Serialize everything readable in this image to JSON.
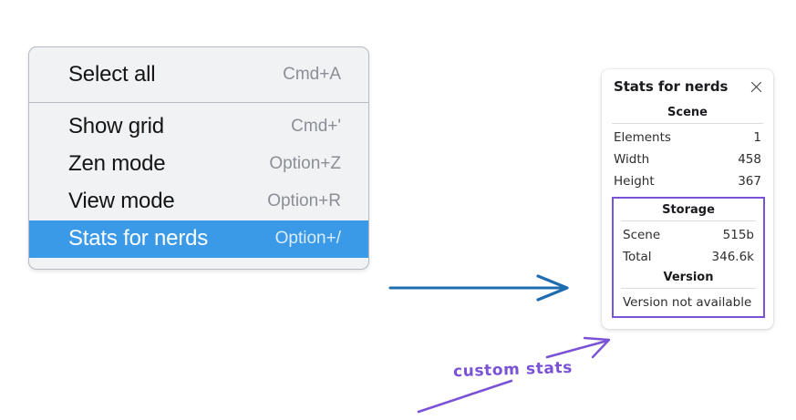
{
  "menu": {
    "groups": [
      {
        "items": [
          {
            "label": "Select all",
            "shortcut": "Cmd+A",
            "selected": false
          }
        ]
      },
      {
        "items": [
          {
            "label": "Show grid",
            "shortcut": "Cmd+'",
            "selected": false
          },
          {
            "label": "Zen mode",
            "shortcut": "Option+Z",
            "selected": false
          },
          {
            "label": "View mode",
            "shortcut": "Option+R",
            "selected": false
          },
          {
            "label": "Stats for nerds",
            "shortcut": "Option+/",
            "selected": true
          }
        ]
      }
    ],
    "highlight_color": "#3b9ae8"
  },
  "stats_panel": {
    "title": "Stats for nerds",
    "close_icon": "close-icon",
    "scene": {
      "heading": "Scene",
      "rows": [
        {
          "key": "Elements",
          "value": "1"
        },
        {
          "key": "Width",
          "value": "458"
        },
        {
          "key": "Height",
          "value": "367"
        }
      ]
    },
    "storage": {
      "heading": "Storage",
      "rows": [
        {
          "key": "Scene",
          "value": "515b"
        },
        {
          "key": "Total",
          "value": "346.6k"
        }
      ]
    },
    "version": {
      "heading": "Version",
      "text": "Version not available"
    },
    "highlight_border_color": "#7a52d6"
  },
  "annotations": {
    "blue_arrow": {
      "name": "blue-arrow",
      "color": "#1f6cb0"
    },
    "purple_note": {
      "text": "custom stats",
      "color": "#7a52d6"
    }
  }
}
